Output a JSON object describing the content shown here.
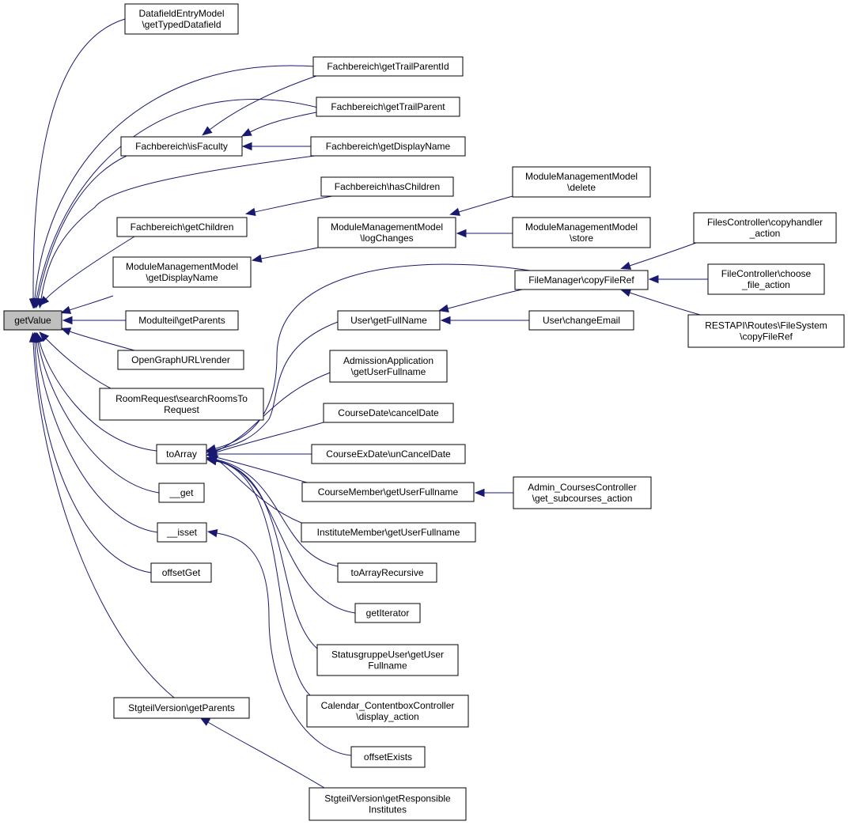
{
  "root": "getValue",
  "nodes": {
    "getValue": [
      "getValue"
    ],
    "datafieldEntry": [
      "DatafieldEntryModel",
      "\\getTypedDatafield"
    ],
    "fachTrailParentId": [
      "Fachbereich\\getTrailParentId"
    ],
    "fachTrailParent": [
      "Fachbereich\\getTrailParent"
    ],
    "fachIsFaculty": [
      "Fachbereich\\isFaculty"
    ],
    "fachDisplayName": [
      "Fachbereich\\getDisplayName"
    ],
    "fachHasChildren": [
      "Fachbereich\\hasChildren"
    ],
    "fachGetChildren": [
      "Fachbereich\\getChildren"
    ],
    "mmmDelete": [
      "ModuleManagementModel",
      "\\delete"
    ],
    "mmmLogChanges": [
      "ModuleManagementModel",
      "\\logChanges"
    ],
    "mmmStore": [
      "ModuleManagementModel",
      "\\store"
    ],
    "mmmDisplayName": [
      "ModuleManagementModel",
      "\\getDisplayName"
    ],
    "filesCopyhandler": [
      "FilesController\\copyhandler",
      "_action"
    ],
    "fileMgrCopy": [
      "FileManager\\copyFileRef"
    ],
    "fileCtrlChoose": [
      "FileController\\choose",
      "_file_action"
    ],
    "modulteilParents": [
      "Modulteil\\getParents"
    ],
    "userFullName": [
      "User\\getFullName"
    ],
    "userChangeEmail": [
      "User\\changeEmail"
    ],
    "restapiCopy": [
      "RESTAPI\\Routes\\FileSystem",
      "\\copyFileRef"
    ],
    "ogRender": [
      "OpenGraphURL\\render"
    ],
    "admissionApp": [
      "AdmissionApplication",
      "\\getUserFullname"
    ],
    "roomRequest": [
      "RoomRequest\\searchRoomsTo",
      "Request"
    ],
    "courseDateCancel": [
      "CourseDate\\cancelDate"
    ],
    "toArray": [
      "toArray"
    ],
    "courseExDate": [
      "CourseExDate\\unCancelDate"
    ],
    "courseMember": [
      "CourseMember\\getUserFullname"
    ],
    "adminCourses": [
      "Admin_CoursesController",
      "\\get_subcourses_action"
    ],
    "get": [
      "__get"
    ],
    "instituteMember": [
      "InstituteMember\\getUserFullname"
    ],
    "isset": [
      "__isset"
    ],
    "offsetGet": [
      "offsetGet"
    ],
    "toArrayRecursive": [
      "toArrayRecursive"
    ],
    "getIterator": [
      "getIterator"
    ],
    "statusgruppe": [
      "StatusgruppeUser\\getUser",
      "Fullname"
    ],
    "calendarCtrl": [
      "Calendar_ContentboxController",
      "\\display_action"
    ],
    "stgteilParents": [
      "StgteilVersion\\getParents"
    ],
    "offsetExists": [
      "offsetExists"
    ],
    "stgteilResponsible": [
      "StgteilVersion\\getResponsible",
      "Institutes"
    ]
  },
  "edges": [
    [
      "datafieldEntry",
      "getValue"
    ],
    [
      "fachTrailParentId",
      "getValue"
    ],
    [
      "fachTrailParent",
      "getValue"
    ],
    [
      "fachIsFaculty",
      "getValue"
    ],
    [
      "fachDisplayName",
      "getValue"
    ],
    [
      "fachGetChildren",
      "getValue"
    ],
    [
      "mmmDisplayName",
      "getValue"
    ],
    [
      "modulteilParents",
      "getValue"
    ],
    [
      "ogRender",
      "getValue"
    ],
    [
      "roomRequest",
      "getValue"
    ],
    [
      "toArray",
      "getValue"
    ],
    [
      "get",
      "getValue"
    ],
    [
      "isset",
      "getValue"
    ],
    [
      "offsetGet",
      "getValue"
    ],
    [
      "stgteilParents",
      "getValue"
    ],
    [
      "fachTrailParentId",
      "fachIsFaculty"
    ],
    [
      "fachTrailParent",
      "fachIsFaculty"
    ],
    [
      "fachDisplayName",
      "fachIsFaculty"
    ],
    [
      "fachHasChildren",
      "fachGetChildren"
    ],
    [
      "mmmLogChanges",
      "mmmDisplayName"
    ],
    [
      "mmmDelete",
      "mmmLogChanges"
    ],
    [
      "mmmStore",
      "mmmLogChanges"
    ],
    [
      "filesCopyhandler",
      "fileMgrCopy"
    ],
    [
      "fileCtrlChoose",
      "fileMgrCopy"
    ],
    [
      "restapiCopy",
      "fileMgrCopy"
    ],
    [
      "fileMgrCopy",
      "toArray"
    ],
    [
      "fileMgrCopy",
      "userFullName"
    ],
    [
      "userChangeEmail",
      "userFullName"
    ],
    [
      "userFullName",
      "toArray"
    ],
    [
      "admissionApp",
      "toArray"
    ],
    [
      "courseDateCancel",
      "toArray"
    ],
    [
      "courseExDate",
      "toArray"
    ],
    [
      "courseMember",
      "toArray"
    ],
    [
      "adminCourses",
      "courseMember"
    ],
    [
      "instituteMember",
      "toArray"
    ],
    [
      "toArrayRecursive",
      "toArray"
    ],
    [
      "getIterator",
      "toArray"
    ],
    [
      "statusgruppe",
      "toArray"
    ],
    [
      "calendarCtrl",
      "toArray"
    ],
    [
      "offsetExists",
      "isset"
    ],
    [
      "stgteilResponsible",
      "stgteilParents"
    ]
  ],
  "colors": {
    "edge": "#191970",
    "root_fill": "#bfbfbf",
    "node_border": "#000000"
  }
}
